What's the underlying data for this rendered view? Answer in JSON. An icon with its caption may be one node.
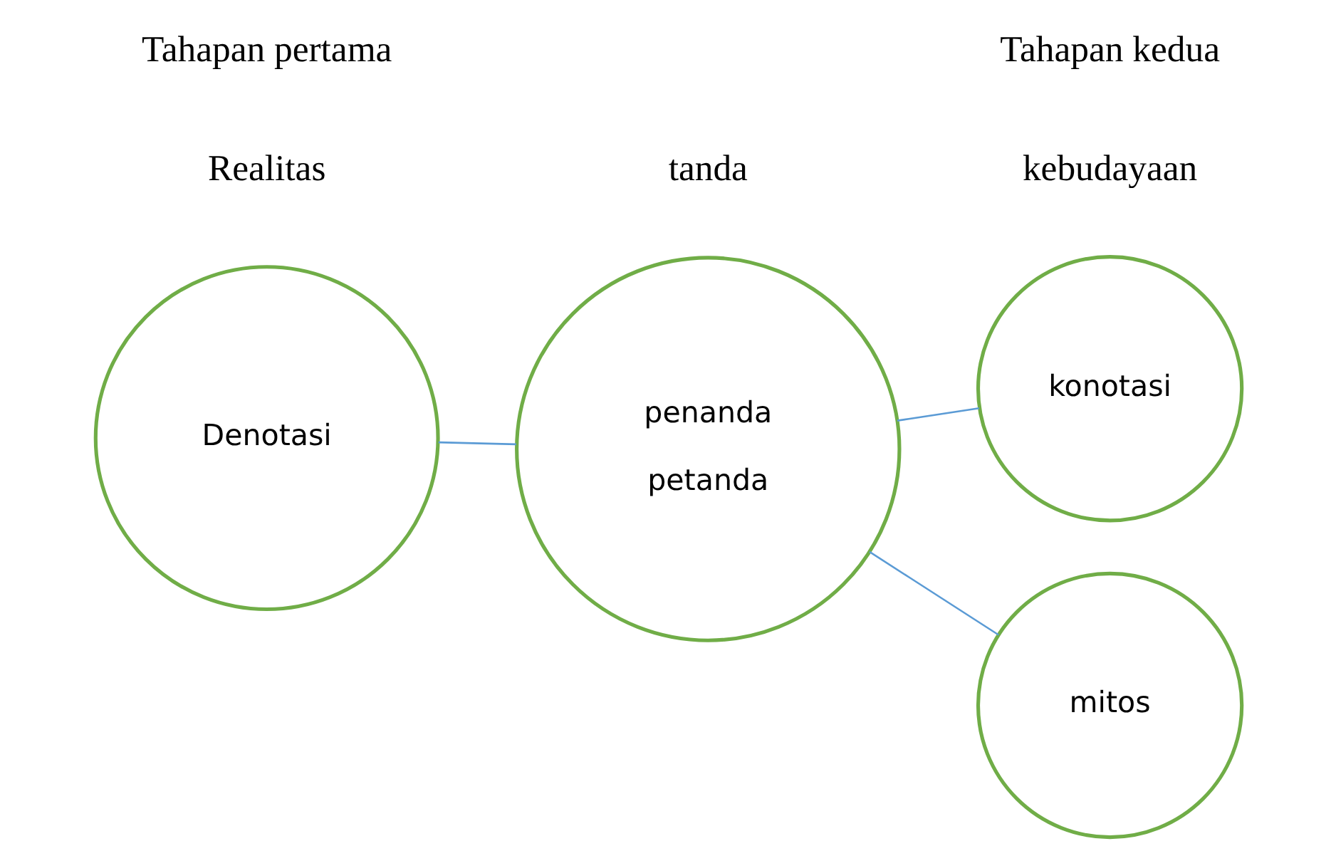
{
  "diagram": {
    "nodes": [
      {
        "text": [
          "Denotasi"
        ]
      },
      {
        "text": [
          "penanda",
          "petanda"
        ]
      },
      {
        "text": [
          "konotasi"
        ]
      },
      {
        "text": [
          "mitos"
        ]
      }
    ],
    "edges": [
      {
        "from": 0,
        "to": 1,
        "arrow": "none"
      },
      {
        "from": 1,
        "to": 2,
        "arrow": "none"
      },
      {
        "from": 1,
        "to": 3,
        "arrow": "none"
      }
    ],
    "labels": [
      "Tahapan pertama",
      "Tahapan kedua",
      "Realitas",
      "tanda",
      "kebudayaan"
    ]
  }
}
